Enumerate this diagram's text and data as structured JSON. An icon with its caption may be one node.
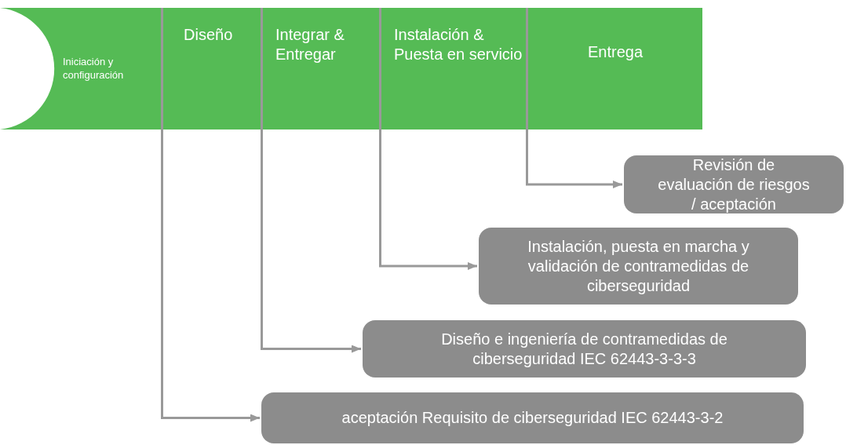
{
  "diagram": {
    "nodes": [
      {
        "text": [
          "Iniciación y configuración"
        ]
      },
      {
        "text": [
          "Diseño"
        ]
      },
      {
        "text": [
          "Integrar & Entregar"
        ]
      },
      {
        "text": [
          "Instalación & Puesta en servicio"
        ]
      },
      {
        "text": [
          "Entrega"
        ]
      },
      {
        "text": [
          "Revisión de evaluación de riesgos / aceptación"
        ]
      },
      {
        "text": [
          "Instalación, puesta en marcha y validación de contramedidas de ciberseguridad"
        ]
      },
      {
        "text": [
          "Diseño e ingeniería de contramedidas de ciberseguridad IEC 62443-3-3-3"
        ]
      },
      {
        "text": [
          "aceptación Requisito de ciberseguridad IEC 62443-3-2"
        ]
      }
    ],
    "edges": [
      {
        "from": 4,
        "to": 5,
        "arrow": "to"
      },
      {
        "from": 3,
        "to": 6,
        "arrow": "to"
      },
      {
        "from": 2,
        "to": 7,
        "arrow": "to"
      },
      {
        "from": 1,
        "to": 8,
        "arrow": "to"
      }
    ]
  }
}
